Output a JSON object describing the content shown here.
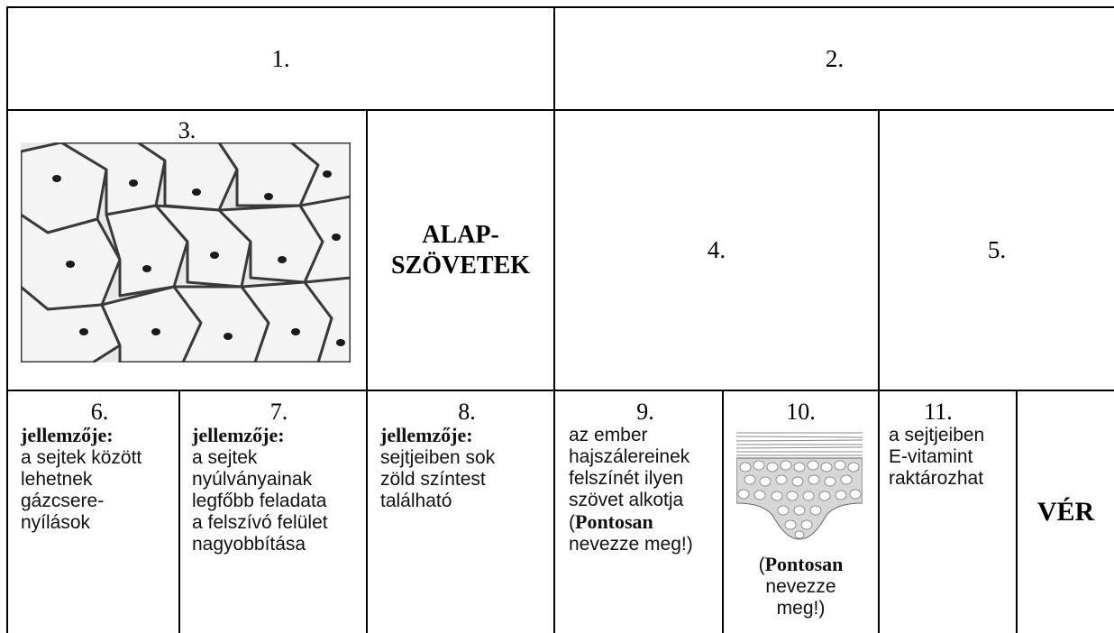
{
  "row1": {
    "cell1": "1.",
    "cell2": "2."
  },
  "row2": {
    "cell3": "3.",
    "heading": [
      "ALAP-",
      "SZÖVETEK"
    ],
    "cell4": "4.",
    "cell5": "5."
  },
  "row3": {
    "cell6": {
      "num": "6.",
      "label": "jellemzője:",
      "lines": [
        "a sejtek között",
        "lehetnek",
        "gázcsere-",
        "nyílások"
      ]
    },
    "cell7": {
      "num": "7.",
      "label": "jellemzője:",
      "lines": [
        "a sejtek",
        "nyúlványainak",
        "legfőbb feladata",
        "a felszívó felület",
        "nagyobbítása"
      ]
    },
    "cell8": {
      "num": "8.",
      "label": "jellemzője:",
      "lines": [
        "sejtjeiben sok",
        "zöld színtest",
        "található"
      ]
    },
    "cell9": {
      "num": "9.",
      "lines": [
        "az ember",
        "hajszálereinek",
        "felszínét ilyen",
        "szövet alkotja"
      ],
      "paren_open": "(",
      "bold": "Pontosan",
      "rest": "nevezze meg!)"
    },
    "cell10": {
      "num": "10.",
      "paren_open": "(",
      "bold": "Pontosan",
      "line2": "nevezze",
      "line3": "meg!)"
    },
    "cell11": {
      "num": "11.",
      "lines": [
        "a sejtjeiben",
        "E-vitamint",
        "raktározhat"
      ]
    },
    "ver": "VÉR"
  }
}
